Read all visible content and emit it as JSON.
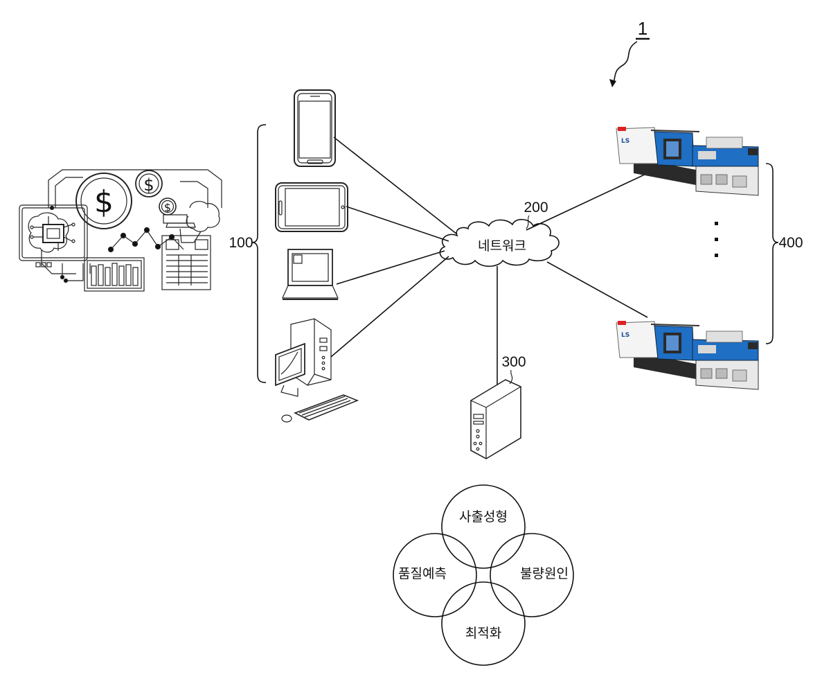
{
  "figure": {
    "system_ref": "1",
    "terminals_ref": "100",
    "network_ref": "200",
    "network_label": "네트워크",
    "server_ref": "300",
    "machines_ref": "400",
    "machine_brand": "LS",
    "functions": [
      "사출성형",
      "품질예측",
      "불량원인",
      "최적화"
    ]
  }
}
